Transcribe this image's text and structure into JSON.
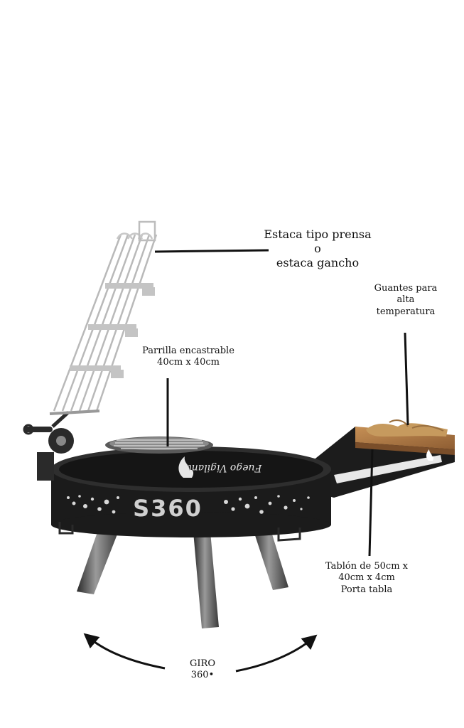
{
  "labels": {
    "estaca": [
      "Estaca tipo prensa",
      "o",
      "estaca gancho"
    ],
    "guantes": [
      "Guantes para",
      "alta",
      "temperatura"
    ],
    "parrilla": [
      "Parrilla encastrable",
      "40cm x 40cm"
    ],
    "tablon": [
      "Tablón de 50cm x",
      "40cm x 4cm",
      "Porta tabla"
    ],
    "giro": [
      "GIRO",
      "360•"
    ]
  },
  "product": {
    "logo_text": "S360",
    "engraving_text": "Fuego Vigilante"
  },
  "colors": {
    "steel_dark": "#1b1b1b",
    "steel_mid": "#3a3a3a",
    "chrome": "#c8c8c8",
    "wood": "#b07a45",
    "glove": "#c69a5e"
  }
}
